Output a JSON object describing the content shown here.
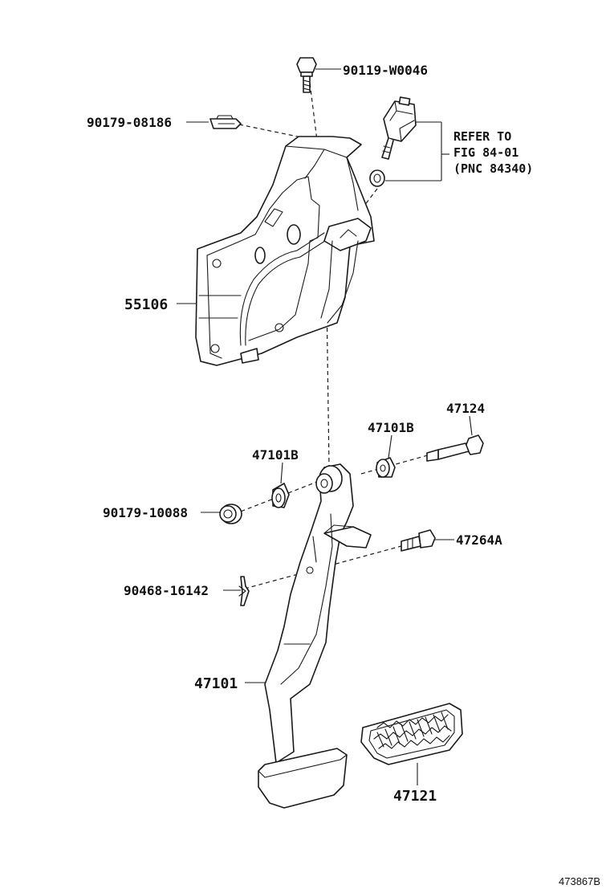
{
  "parts": {
    "bolt_top": "90119-W0046",
    "clip": "90179-08186",
    "bracket": "55106",
    "bushing_left": "47101B",
    "bushing_right": "47101B",
    "bolt_pivot": "47124",
    "nut": "90179-10088",
    "stopper_bolt": "47264A",
    "pin_clip": "90468-16142",
    "pedal": "47101",
    "pad": "47121"
  },
  "reference": {
    "line1": "REFER TO",
    "line2": "FIG 84-01",
    "line3": "(PNC 84340)"
  },
  "illustration_id": "473867B"
}
